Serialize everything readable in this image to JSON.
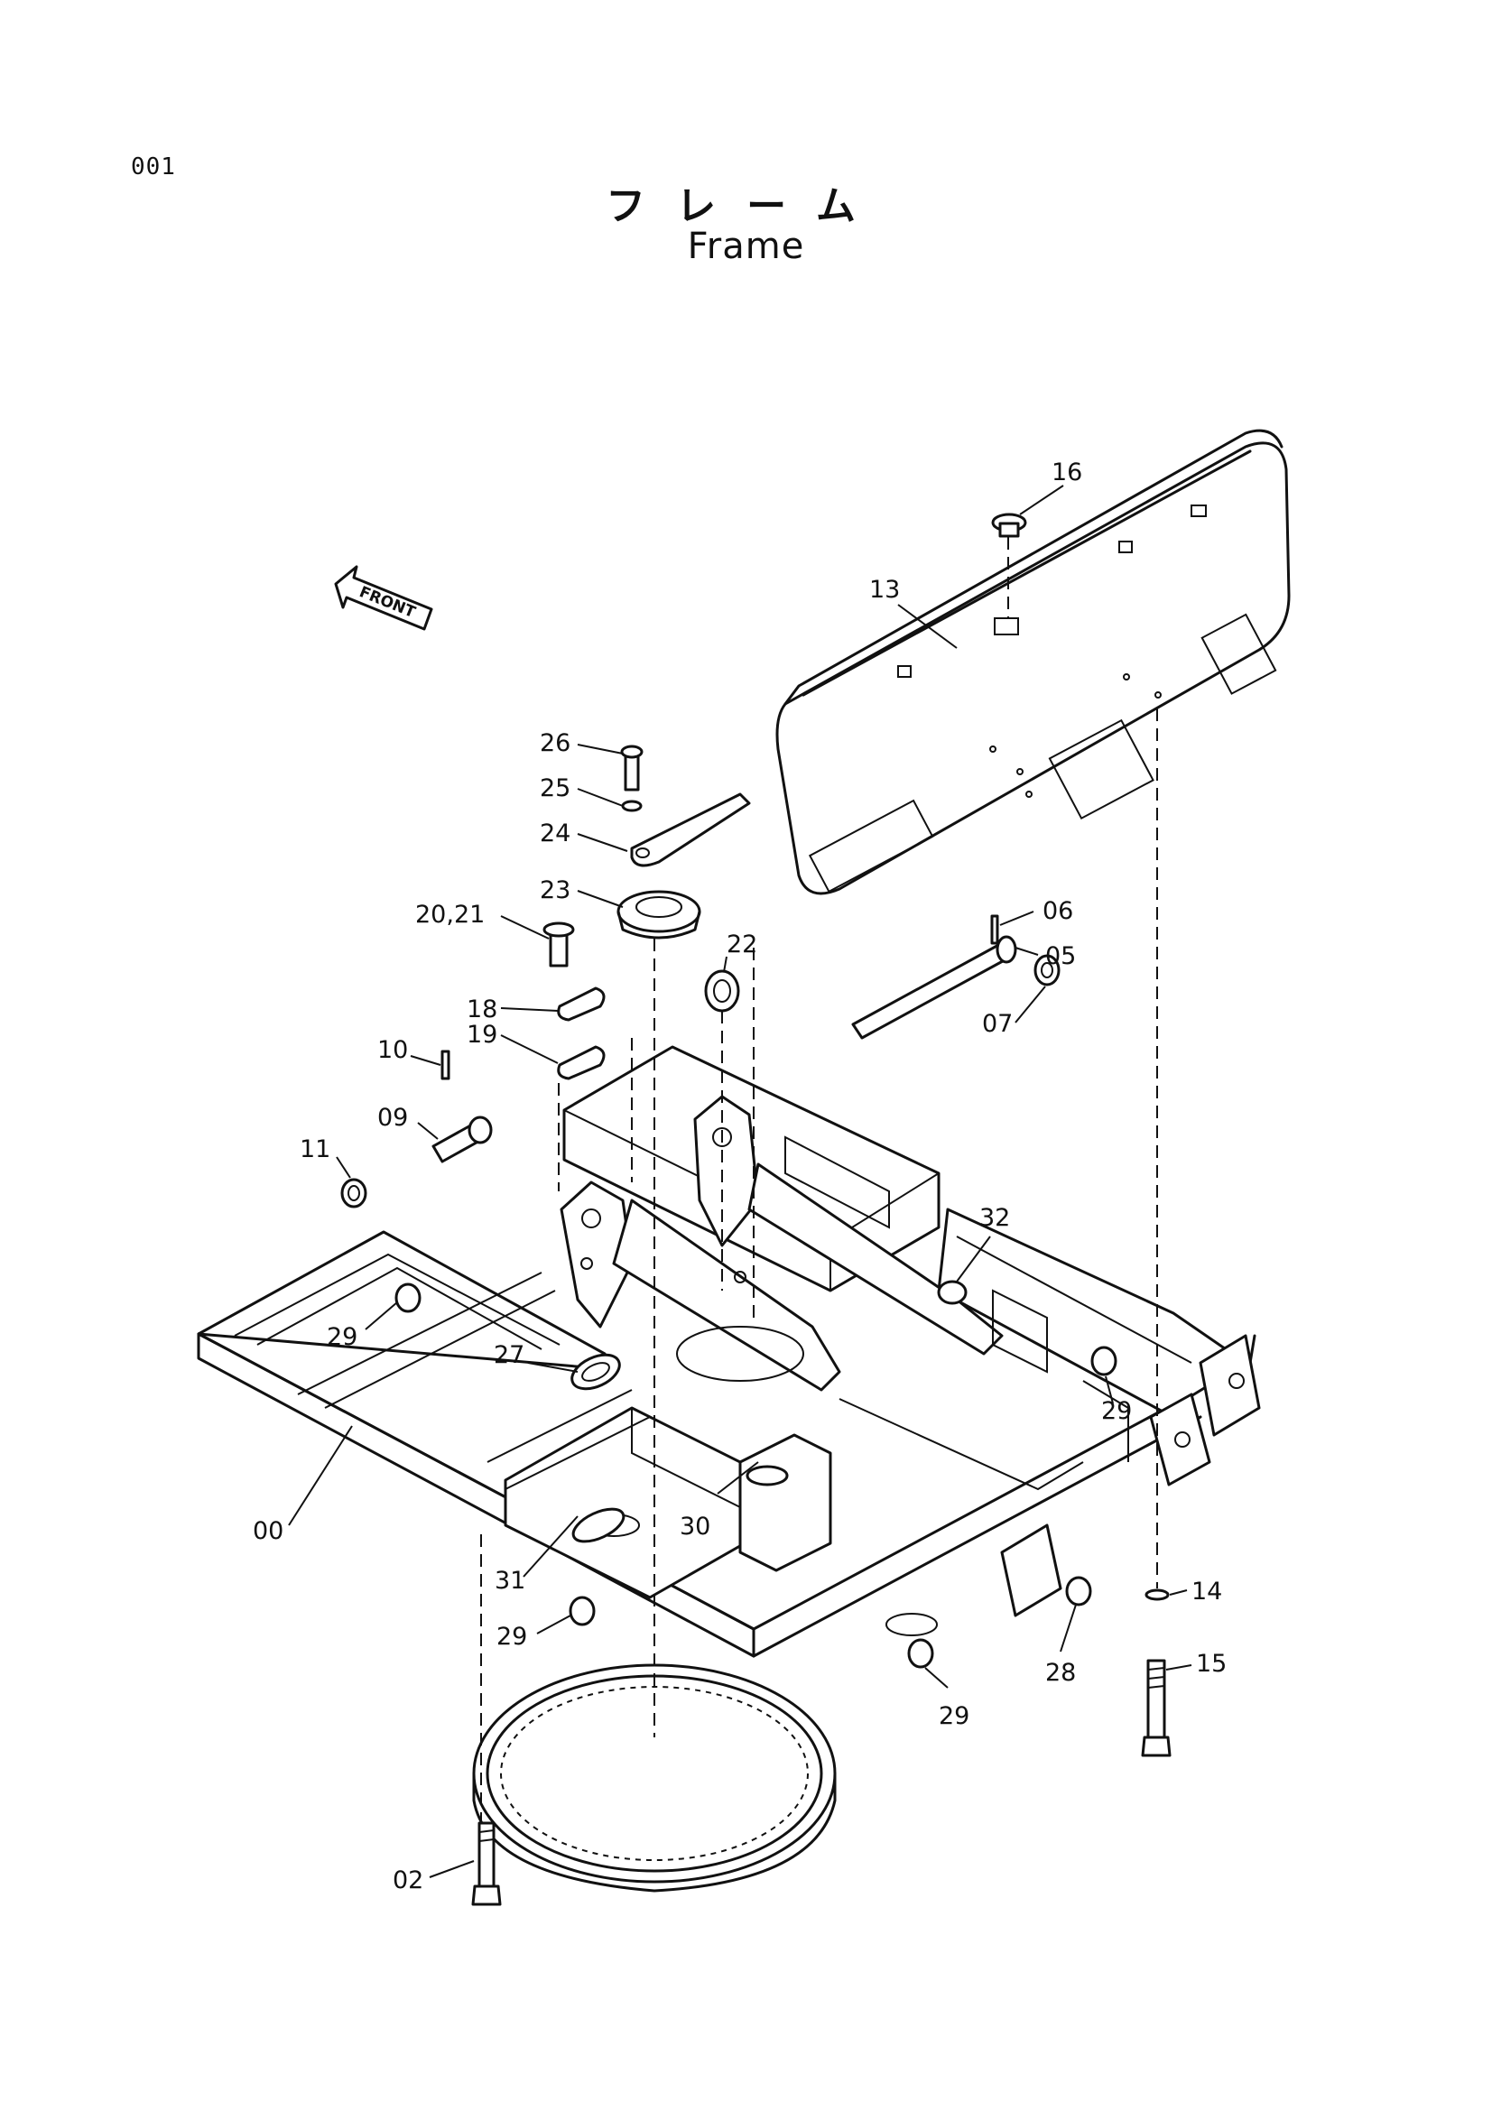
{
  "header": {
    "page_number": "001",
    "title_jp": "フレーム",
    "title_en": "Frame"
  },
  "orientation": {
    "label": "FRONT"
  },
  "callouts": {
    "p00": "00",
    "p02": "02",
    "p05": "05",
    "p06": "06",
    "p07": "07",
    "p09": "09",
    "p10": "10",
    "p11": "11",
    "p13": "13",
    "p14": "14",
    "p15": "15",
    "p16": "16",
    "p18": "18",
    "p19": "19",
    "p20_21": "20,21",
    "p22": "22",
    "p23": "23",
    "p24": "24",
    "p25": "25",
    "p26": "26",
    "p27": "27",
    "p28": "28",
    "p29a": "29",
    "p29b": "29",
    "p29c": "29",
    "p29d": "29",
    "p30": "30",
    "p31": "31",
    "p32": "32"
  }
}
